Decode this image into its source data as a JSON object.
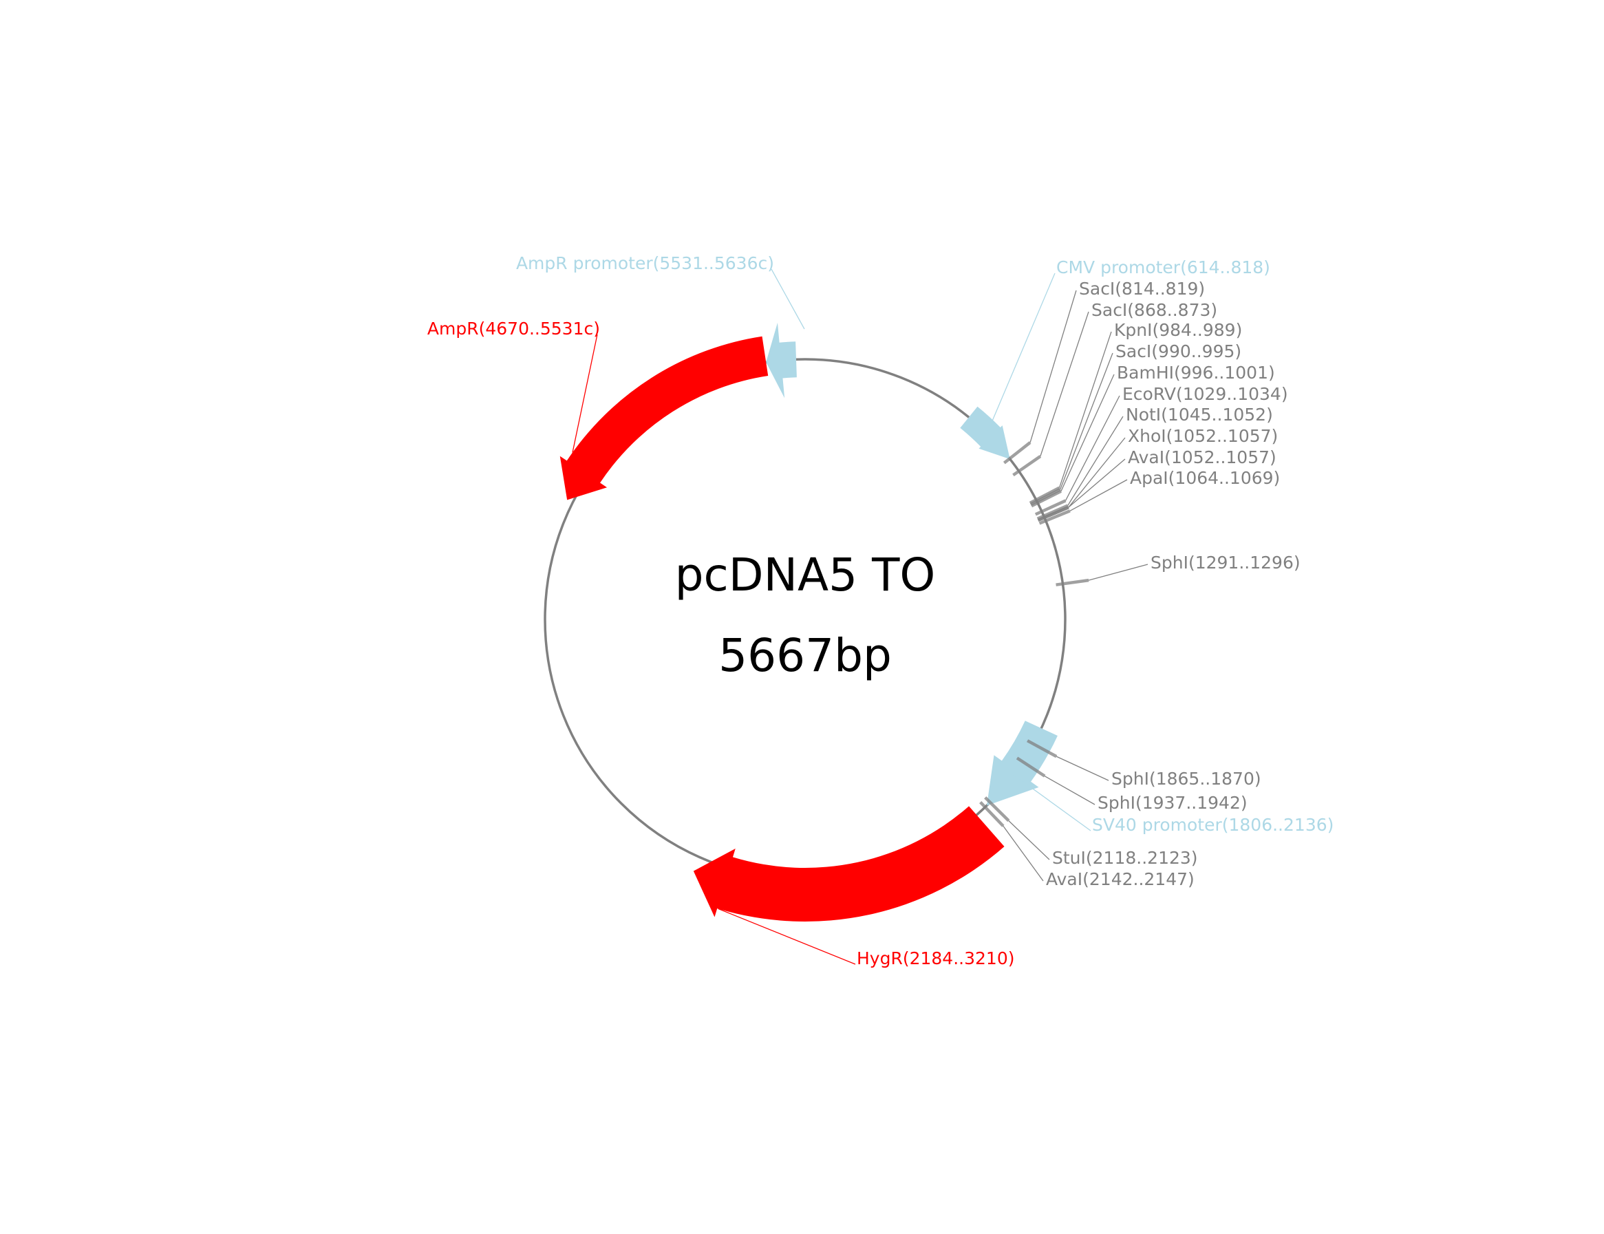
{
  "plasmid": {
    "name": "pcDNA5 TO",
    "size_label": "5667bp",
    "length_bp": 5667
  },
  "colors": {
    "backbone": "#808080",
    "promoter": "#add8e6",
    "resistance": "#ff0000",
    "site": "#808080"
  },
  "features": [
    {
      "id": "cmv-promoter",
      "label": "CMV promoter(614..818)",
      "start": 614,
      "end": 818,
      "strand": 1,
      "kind": "promoter"
    },
    {
      "id": "sv40-promoter",
      "label": "SV40 promoter(1806..2136)",
      "start": 1806,
      "end": 2136,
      "strand": 1,
      "kind": "promoter"
    },
    {
      "id": "hygr",
      "label": "HygR(2184..3210)",
      "start": 2184,
      "end": 3210,
      "strand": 1,
      "kind": "resistance"
    },
    {
      "id": "ampr",
      "label": "AmpR(4670..5531c)",
      "start": 4670,
      "end": 5531,
      "strand": -1,
      "kind": "resistance"
    },
    {
      "id": "ampr-promoter",
      "label": "AmpR promoter(5531..5636c)",
      "start": 5531,
      "end": 5636,
      "strand": -1,
      "kind": "promoter"
    }
  ],
  "sites": [
    {
      "label": "SacI(814..819)",
      "pos": 816
    },
    {
      "label": "SacI(868..873)",
      "pos": 870
    },
    {
      "label": "KpnI(984..989)",
      "pos": 986
    },
    {
      "label": "SacI(990..995)",
      "pos": 992
    },
    {
      "label": "BamHI(996..1001)",
      "pos": 998
    },
    {
      "label": "EcoRV(1029..1034)",
      "pos": 1031
    },
    {
      "label": "NotI(1045..1052)",
      "pos": 1048
    },
    {
      "label": "XhoI(1052..1057)",
      "pos": 1054
    },
    {
      "label": "AvaI(1052..1057)",
      "pos": 1054
    },
    {
      "label": "ApaI(1064..1069)",
      "pos": 1066
    },
    {
      "label": "SphI(1291..1296)",
      "pos": 1293
    },
    {
      "label": "SphI(1865..1870)",
      "pos": 1867
    },
    {
      "label": "SphI(1937..1942)",
      "pos": 1939
    },
    {
      "label": "StuI(2118..2123)",
      "pos": 2120
    },
    {
      "label": "AvaI(2142..2147)",
      "pos": 2144
    }
  ]
}
